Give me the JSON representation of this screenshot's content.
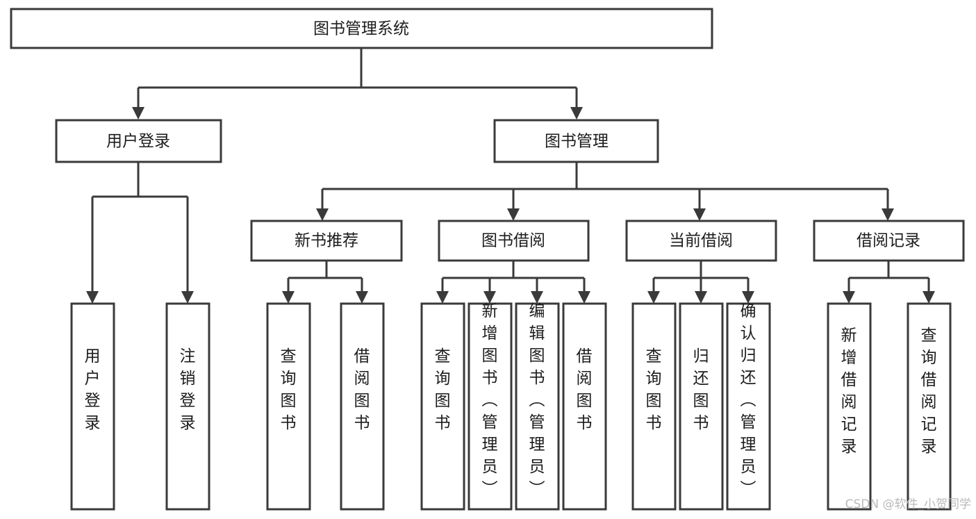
{
  "diagram": {
    "title": "图书管理系统",
    "type": "hierarchy-tree",
    "orientation": "top-down",
    "colors": {
      "background": "#ffffff",
      "box_fill": "#ffffff",
      "box_border": "#3a3a3a",
      "connector": "#3a3a3a",
      "text": "#1c1c1c",
      "watermark": "#b9b9b9"
    },
    "root": {
      "id": "root",
      "label": "图书管理系统",
      "text_orientation": "horizontal"
    },
    "level2": [
      {
        "id": "user-login",
        "label": "用户登录",
        "text_orientation": "horizontal"
      },
      {
        "id": "book-management",
        "label": "图书管理",
        "text_orientation": "horizontal"
      }
    ],
    "level3": [
      {
        "id": "new-book-recommend",
        "label": "新书推荐",
        "text_orientation": "horizontal",
        "parent": "book-management"
      },
      {
        "id": "book-borrow",
        "label": "图书借阅",
        "text_orientation": "horizontal",
        "parent": "book-management"
      },
      {
        "id": "current-borrow",
        "label": "当前借阅",
        "text_orientation": "horizontal",
        "parent": "book-management"
      },
      {
        "id": "borrow-record",
        "label": "借阅记录",
        "text_orientation": "horizontal",
        "parent": "book-management"
      }
    ],
    "leaves": [
      {
        "id": "leaf-user-login",
        "label": "用户登录",
        "text_orientation": "vertical",
        "parent": "user-login"
      },
      {
        "id": "leaf-logout-login",
        "label": "注销登录",
        "text_orientation": "vertical",
        "parent": "user-login"
      },
      {
        "id": "leaf-query-book-1",
        "label": "查询图书",
        "text_orientation": "vertical",
        "parent": "new-book-recommend"
      },
      {
        "id": "leaf-borrow-book-1",
        "label": "借阅图书",
        "text_orientation": "vertical",
        "parent": "new-book-recommend"
      },
      {
        "id": "leaf-query-book-2",
        "label": "查询图书",
        "text_orientation": "vertical",
        "parent": "book-borrow"
      },
      {
        "id": "leaf-add-book-admin",
        "label": "新增图书（管理员）",
        "text_orientation": "vertical",
        "parent": "book-borrow"
      },
      {
        "id": "leaf-edit-book-admin",
        "label": "编辑图书（管理员）",
        "text_orientation": "vertical",
        "parent": "book-borrow"
      },
      {
        "id": "leaf-borrow-book-2",
        "label": "借阅图书",
        "text_orientation": "vertical",
        "parent": "book-borrow"
      },
      {
        "id": "leaf-query-book-3",
        "label": "查询图书",
        "text_orientation": "vertical",
        "parent": "current-borrow"
      },
      {
        "id": "leaf-return-book",
        "label": "归还图书",
        "text_orientation": "vertical",
        "parent": "current-borrow"
      },
      {
        "id": "leaf-confirm-return-admin",
        "label": "确认归还（管理员）",
        "text_orientation": "vertical",
        "parent": "current-borrow"
      },
      {
        "id": "leaf-add-borrow-record",
        "label": "新增借阅记录",
        "text_orientation": "vertical",
        "parent": "borrow-record"
      },
      {
        "id": "leaf-query-borrow-record",
        "label": "查询借阅记录",
        "text_orientation": "vertical",
        "parent": "borrow-record"
      }
    ]
  },
  "watermark": {
    "text": "CSDN @软件_小贺同学"
  }
}
